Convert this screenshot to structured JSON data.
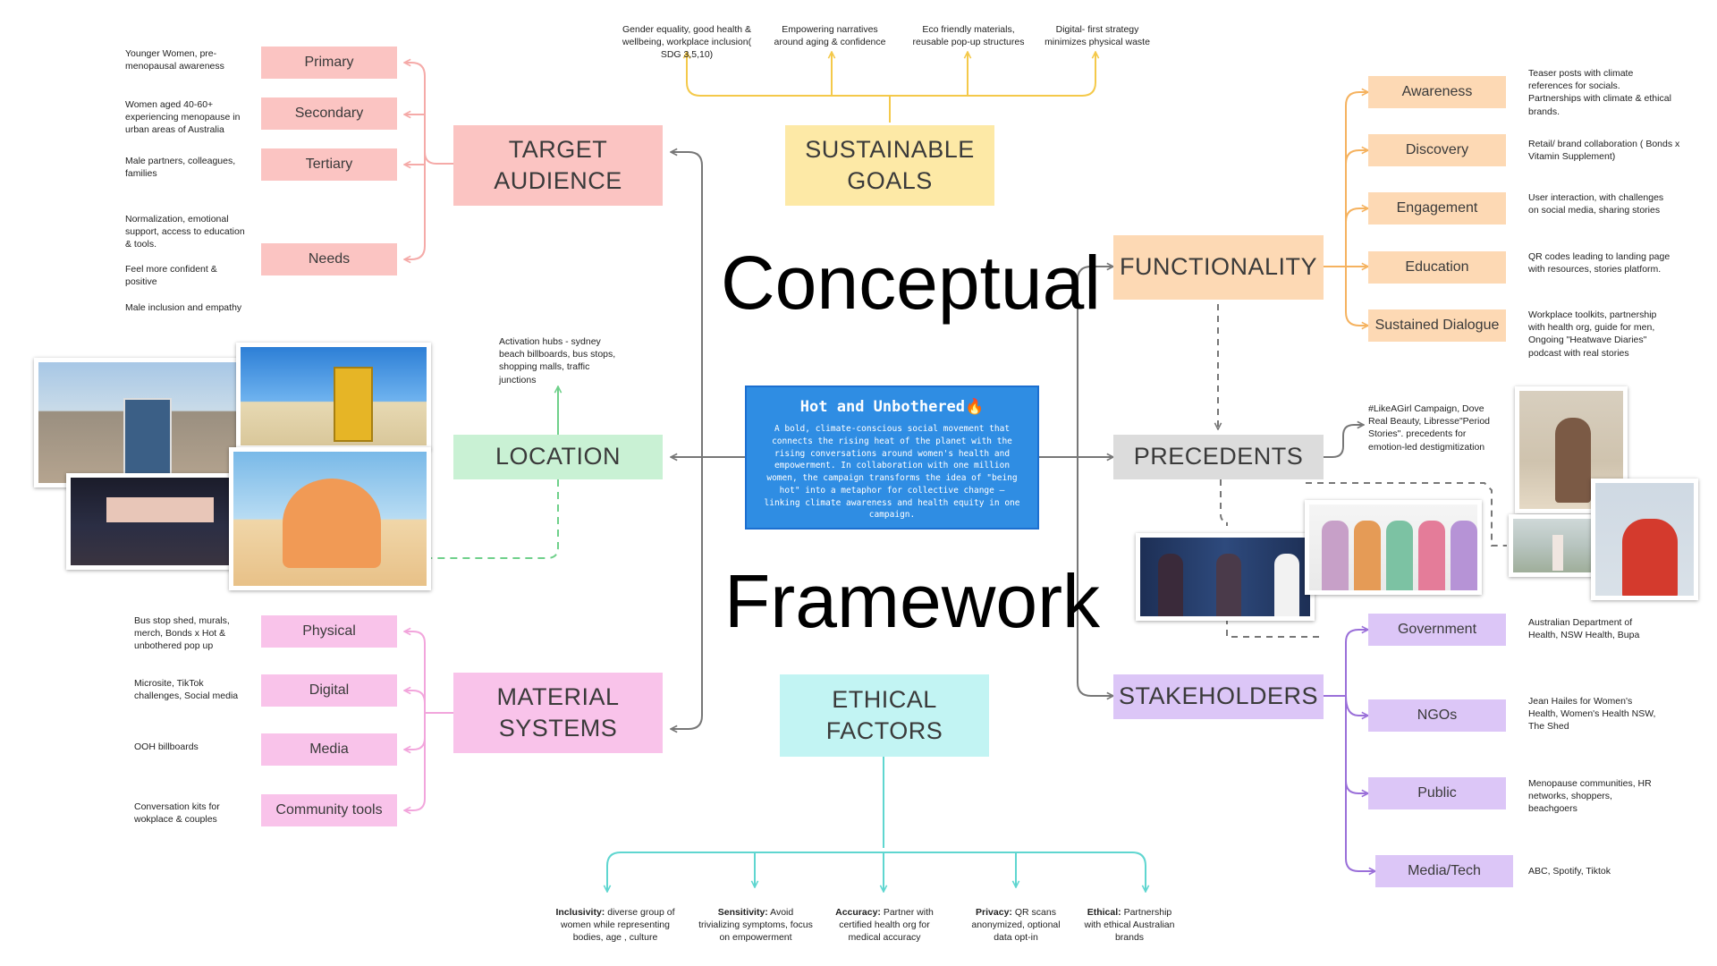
{
  "title": {
    "line1": "Conceptual",
    "line2": "Framework"
  },
  "center": {
    "title": "Hot and Unbothered🔥",
    "body": "A bold, climate-conscious social movement that connects the rising heat of the planet with the rising conversations around women's health and empowerment. In collaboration with one million women, the campaign transforms the idea of \"being hot\" into a metaphor for collective change – linking climate awareness and health equity in one campaign."
  },
  "colors": {
    "pink": "#fbc4c2",
    "yellow": "#fde9a6",
    "orange": "#fdd9b4",
    "green": "#c9f1d4",
    "gray": "#dcdcdc",
    "magenta": "#f9c3ea",
    "cyan": "#c2f4f3",
    "purple": "#dcc6f7",
    "center": "#2f8de3"
  },
  "target": {
    "label1": "TARGET",
    "label2": "AUDIENCE",
    "items": [
      {
        "label": "Primary",
        "note": "Younger Women, pre-menopausal awareness"
      },
      {
        "label": "Secondary",
        "note": "Women aged 40-60+ experiencing menopause in urban areas of Australia"
      },
      {
        "label": "Tertiary",
        "note": "Male partners, colleagues, families"
      },
      {
        "label": "Needs",
        "notes": [
          "Normalization, emotional support, access to education & tools.",
          "Feel more confident & positive",
          "Male inclusion and empathy"
        ]
      }
    ]
  },
  "goals": {
    "label1": "SUSTAINABLE",
    "label2": "GOALS",
    "items": [
      "Gender equality, good health & wellbeing, workplace inclusion( SDG 3,5,10)",
      "Empowering narratives around aging & confidence",
      "Eco friendly materials, reusable pop-up structures",
      "Digital- first strategy minimizes physical waste"
    ]
  },
  "functionality": {
    "label": "FUNCTIONALITY",
    "items": [
      {
        "label": "Awareness",
        "note": "Teaser posts with climate references for socials. Partnerships with climate & ethical brands."
      },
      {
        "label": "Discovery",
        "note": "Retail/ brand collaboration ( Bonds x Vitamin Supplement)"
      },
      {
        "label": "Engagement",
        "note": "User interaction, with challenges on social media, sharing stories"
      },
      {
        "label": "Education",
        "note": "QR codes leading to landing page with resources, stories platform."
      },
      {
        "label": "Sustained Dialogue",
        "note": "Workplace toolkits, partnership with health org, guide for men, Ongoing \"Heatwave Diaries\" podcast with real stories"
      }
    ]
  },
  "location": {
    "label": "LOCATION",
    "note": "Activation hubs - sydney beach billboards, bus stops, shopping malls, traffic junctions",
    "photos": [
      "bus-stop-ad",
      "beach-booth",
      "billboard-night",
      "sunsilk-popup"
    ]
  },
  "precedents": {
    "label": "PRECEDENTS",
    "note": "#LikeAGirl Campaign, Dove Real Beauty, Libresse\"Period Stories\". precedents for emotion-led destigmitization",
    "photos": [
      "always-campaign",
      "dove-real-beauty",
      "beach-friends",
      "beach-walk",
      "red-jacket"
    ]
  },
  "material": {
    "label1": "MATERIAL",
    "label2": "SYSTEMS",
    "items": [
      {
        "label": "Physical",
        "note": "Bus stop shed, murals, merch, Bonds x Hot & unbothered pop up"
      },
      {
        "label": "Digital",
        "note": "Microsite, TikTok challenges, Social media"
      },
      {
        "label": "Media",
        "note": "OOH billboards"
      },
      {
        "label": "Community tools",
        "note": "Conversation kits for wokplace & couples"
      }
    ]
  },
  "ethical": {
    "label1": "ETHICAL",
    "label2": "FACTORS",
    "items": [
      {
        "head": "Inclusivity:",
        "text": "diverse group of women while representing bodies, age , culture"
      },
      {
        "head": "Sensitivity:",
        "text": "Avoid trivializing symptoms, focus on empowerment"
      },
      {
        "head": "Accuracy:",
        "text": "Partner with certified health org for medical accuracy"
      },
      {
        "head": "Privacy:",
        "text": "QR scans anonymized, optional data opt-in"
      },
      {
        "head": "Ethical:",
        "text": "Partnership with ethical Australian brands"
      }
    ]
  },
  "stakeholders": {
    "label": "STAKEHOLDERS",
    "items": [
      {
        "label": "Government",
        "note": "Australian Department of Health, NSW Health, Bupa"
      },
      {
        "label": "NGOs",
        "note": "Jean Hailes for Women's Health, Women's Health NSW, The Shed"
      },
      {
        "label": "Public",
        "note": "Menopause communities, HR networks, shoppers, beachgoers"
      },
      {
        "label": "Media/Tech",
        "note": "ABC, Spotify, Tiktok"
      }
    ]
  }
}
